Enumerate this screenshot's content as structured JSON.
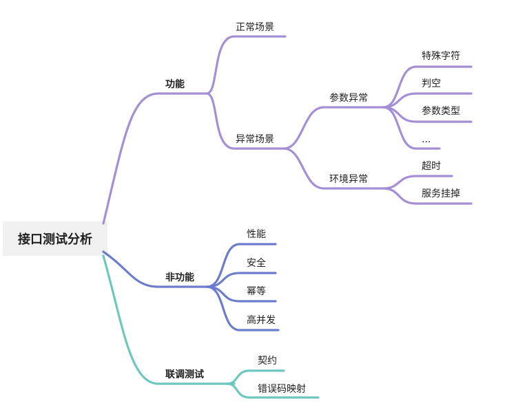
{
  "root": {
    "label": "接口测试分析"
  },
  "functional": {
    "label": "功能",
    "normal": {
      "label": "正常场景"
    },
    "abnormal": {
      "label": "异常场景",
      "params": {
        "label": "参数异常",
        "items": [
          "特殊字符",
          "判空",
          "参数类型",
          "..."
        ]
      },
      "env": {
        "label": "环境异常",
        "items": [
          "超时",
          "服务挂掉"
        ]
      }
    }
  },
  "nonfunctional": {
    "label": "非功能",
    "items": [
      "性能",
      "安全",
      "幂等",
      "高并发"
    ]
  },
  "integration": {
    "label": "联调测试",
    "items": [
      "契约",
      "错误码映射"
    ]
  },
  "colors": {
    "functional": "#a48fd6",
    "nonfunctional": "#6c7ccc",
    "integration": "#6cc7bf",
    "root_bg": "#f0f0f0"
  }
}
